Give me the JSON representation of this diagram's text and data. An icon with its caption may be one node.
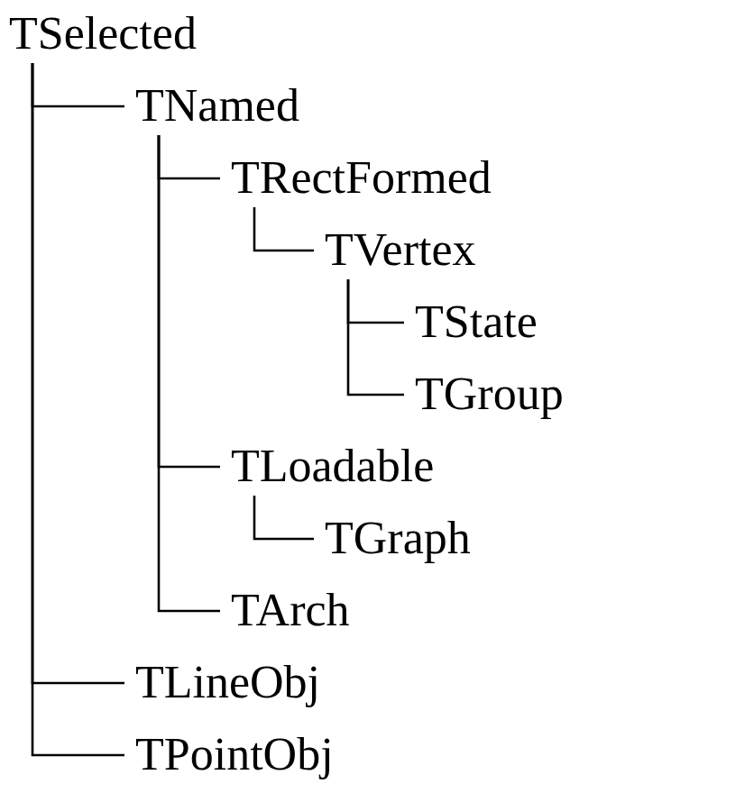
{
  "diagram": {
    "nodes": [
      {
        "text": [
          "TSelected"
        ]
      },
      {
        "text": [
          "TNamed"
        ]
      },
      {
        "text": [
          "TRectFormed"
        ]
      },
      {
        "text": [
          "TVertex"
        ]
      },
      {
        "text": [
          "TState"
        ]
      },
      {
        "text": [
          "TGroup"
        ]
      },
      {
        "text": [
          "TLoadable"
        ]
      },
      {
        "text": [
          "TGraph"
        ]
      },
      {
        "text": [
          "TArch"
        ]
      },
      {
        "text": [
          "TLineObj"
        ]
      },
      {
        "text": [
          "TPointObj"
        ]
      }
    ],
    "edges": [
      {
        "from": 0,
        "to": 1,
        "arrow": "none"
      },
      {
        "from": 1,
        "to": 2,
        "arrow": "none"
      },
      {
        "from": 2,
        "to": 3,
        "arrow": "none"
      },
      {
        "from": 3,
        "to": 4,
        "arrow": "none"
      },
      {
        "from": 3,
        "to": 5,
        "arrow": "none"
      },
      {
        "from": 1,
        "to": 6,
        "arrow": "none"
      },
      {
        "from": 6,
        "to": 7,
        "arrow": "none"
      },
      {
        "from": 1,
        "to": 8,
        "arrow": "none"
      },
      {
        "from": 0,
        "to": 9,
        "arrow": "none"
      },
      {
        "from": 0,
        "to": 10,
        "arrow": "none"
      }
    ]
  }
}
